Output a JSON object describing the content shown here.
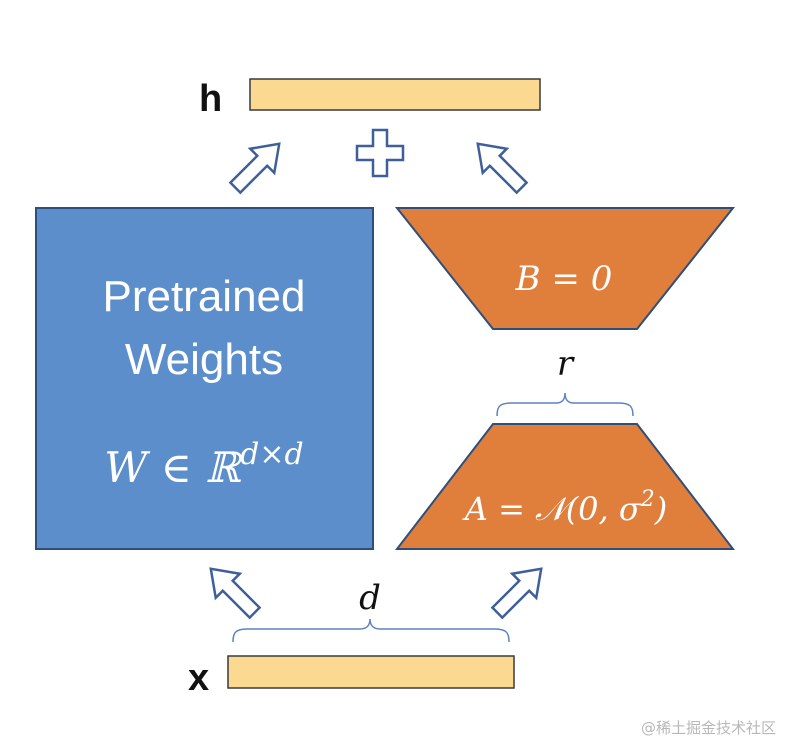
{
  "colors": {
    "vector_fill": "#fbd991",
    "vector_stroke": "#3a3a3a",
    "pretrained_fill": "#5b8ecb",
    "pretrained_stroke": "#2f4f7a",
    "lora_fill": "#e07e3c",
    "lora_stroke": "#2f4f7a",
    "arrow_stroke": "#3f5f9a",
    "brace_stroke": "#5b82c0",
    "text_light": "#ffffff",
    "text_dark": "#111111"
  },
  "output": {
    "label": "h"
  },
  "input": {
    "label": "x"
  },
  "pretrained": {
    "title_line1": "Pretrained",
    "title_line2": "Weights",
    "formula_main": "W ∈ ℝ",
    "formula_sup": "d×d"
  },
  "lora_b": {
    "formula": "B = 0"
  },
  "lora_a": {
    "formula_main": "A = 𝒩(0, σ",
    "formula_sup": "2",
    "formula_end": ")"
  },
  "dims": {
    "rank": "r",
    "dim": "d"
  },
  "icons": {
    "plus": "plus-icon",
    "arrow_up_right": "arrow-up-right-icon",
    "arrow_up_left": "arrow-up-left-icon"
  },
  "watermark": "@稀土掘金技术社区"
}
